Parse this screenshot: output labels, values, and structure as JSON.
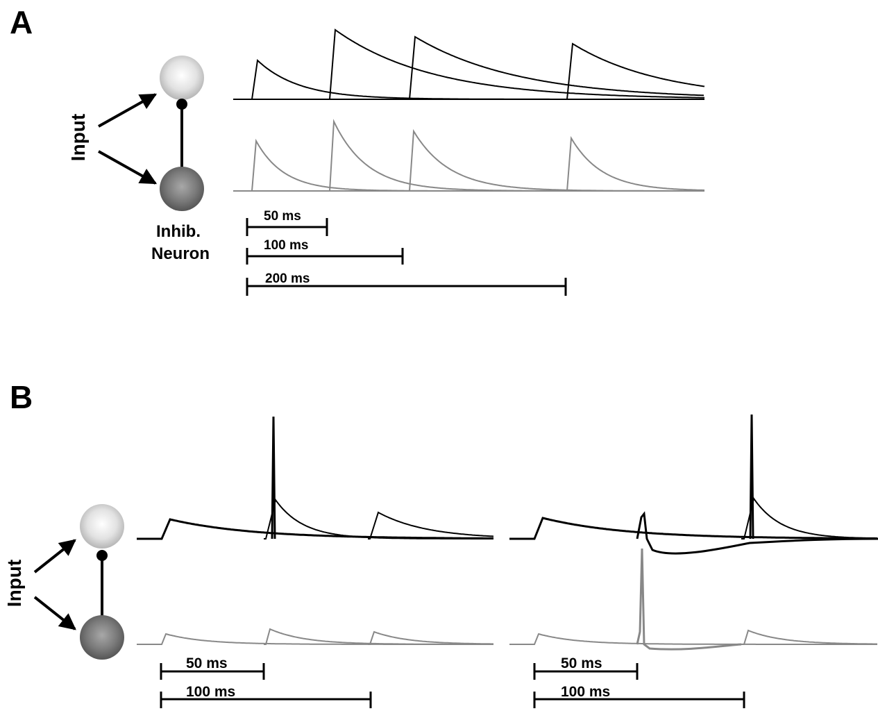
{
  "panel_a": {
    "label": "A",
    "input_label": "Input",
    "inhib_line1": "Inhib.",
    "inhib_line2": "Neuron",
    "scalebars": [
      "50 ms",
      "100 ms",
      "200 ms"
    ]
  },
  "panel_b": {
    "label": "B",
    "input_label": "Input",
    "left_scalebars": [
      "50 ms",
      "100 ms"
    ],
    "right_scalebars": [
      "50 ms",
      "100 ms"
    ]
  },
  "colors": {
    "excitatory_trace": "#000000",
    "inhibitory_trace": "#888888",
    "neuron_top": "#e8e8e8",
    "neuron_bottom": "#7a7a7a"
  }
}
